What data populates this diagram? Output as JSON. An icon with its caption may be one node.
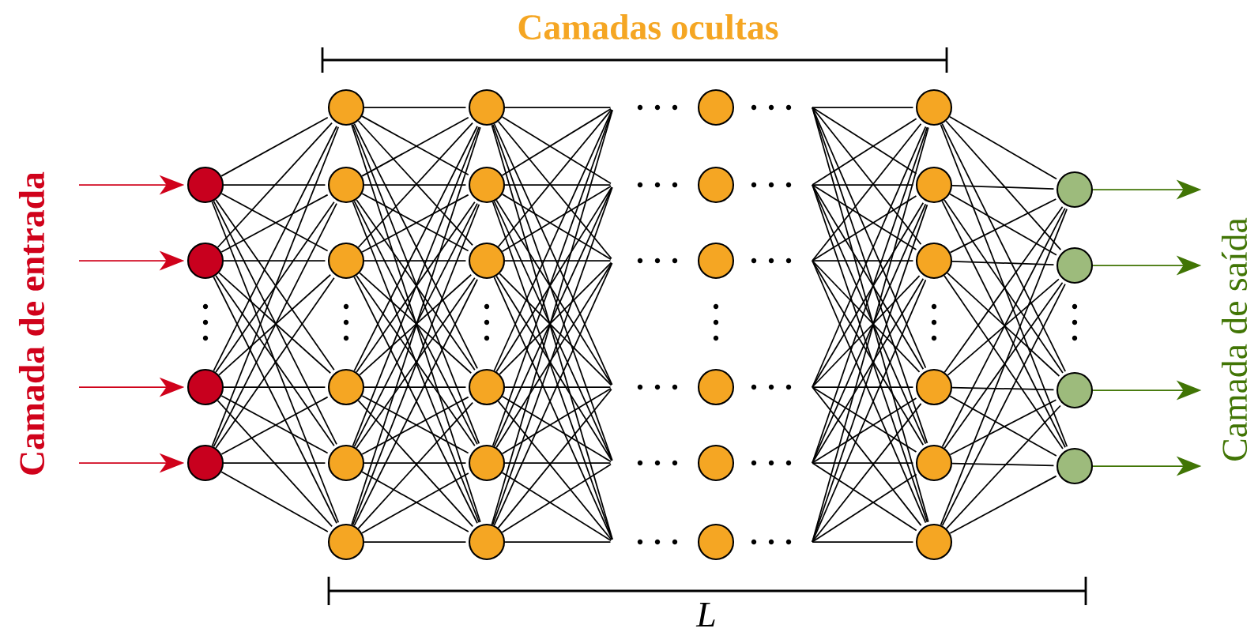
{
  "diagram": {
    "nodes": [
      {
        "text": [],
        "shape": "circle"
      },
      {
        "text": [],
        "shape": "circle"
      },
      {
        "text": [],
        "shape": "circle"
      },
      {
        "text": [],
        "shape": "circle"
      },
      {
        "text": [],
        "shape": "circle"
      },
      {
        "text": [],
        "shape": "circle"
      },
      {
        "text": [],
        "shape": "circle"
      },
      {
        "text": [],
        "shape": "circle"
      },
      {
        "text": [],
        "shape": "circle"
      },
      {
        "text": [],
        "shape": "circle"
      },
      {
        "text": [],
        "shape": "circle"
      },
      {
        "text": [],
        "shape": "circle"
      },
      {
        "text": [],
        "shape": "circle"
      },
      {
        "text": [],
        "shape": "circle"
      },
      {
        "text": [],
        "shape": "circle"
      },
      {
        "text": [],
        "shape": "circle"
      },
      {
        "text": [],
        "shape": "circle"
      },
      {
        "text": [],
        "shape": "circle"
      },
      {
        "text": [],
        "shape": "circle"
      },
      {
        "text": [],
        "shape": "circle"
      },
      {
        "text": [],
        "shape": "circle"
      },
      {
        "text": [],
        "shape": "circle"
      },
      {
        "text": [],
        "shape": "circle"
      },
      {
        "text": [],
        "shape": "circle"
      },
      {
        "text": [],
        "shape": "circle"
      },
      {
        "text": [],
        "shape": "circle"
      },
      {
        "text": [],
        "shape": "circle"
      },
      {
        "text": [],
        "shape": "circle"
      },
      {
        "text": [],
        "shape": "circle"
      },
      {
        "text": [],
        "shape": "circle"
      },
      {
        "text": [],
        "shape": "circle"
      },
      {
        "text": [],
        "shape": "circle"
      }
    ],
    "edges": [
      {
        "from": null,
        "to": 0,
        "arrow": "to",
        "color": "#d0021b"
      },
      {
        "from": null,
        "to": 1,
        "arrow": "to",
        "color": "#d0021b"
      },
      {
        "from": null,
        "to": 2,
        "arrow": "to",
        "color": "#d0021b"
      },
      {
        "from": null,
        "to": 3,
        "arrow": "to",
        "color": "#d0021b"
      },
      {
        "from": 0,
        "to": 4,
        "arrow": "none"
      },
      {
        "from": 0,
        "to": 5,
        "arrow": "none"
      },
      {
        "from": 0,
        "to": 6,
        "arrow": "none"
      },
      {
        "from": 0,
        "to": 7,
        "arrow": "none"
      },
      {
        "from": 0,
        "to": 8,
        "arrow": "none"
      },
      {
        "from": 0,
        "to": 9,
        "arrow": "none"
      },
      {
        "from": 1,
        "to": 4,
        "arrow": "none"
      },
      {
        "from": 1,
        "to": 5,
        "arrow": "none"
      },
      {
        "from": 1,
        "to": 6,
        "arrow": "none"
      },
      {
        "from": 1,
        "to": 7,
        "arrow": "none"
      },
      {
        "from": 1,
        "to": 8,
        "arrow": "none"
      },
      {
        "from": 1,
        "to": 9,
        "arrow": "none"
      },
      {
        "from": 2,
        "to": 4,
        "arrow": "none"
      },
      {
        "from": 2,
        "to": 5,
        "arrow": "none"
      },
      {
        "from": 2,
        "to": 6,
        "arrow": "none"
      },
      {
        "from": 2,
        "to": 7,
        "arrow": "none"
      },
      {
        "from": 2,
        "to": 8,
        "arrow": "none"
      },
      {
        "from": 2,
        "to": 9,
        "arrow": "none"
      },
      {
        "from": 3,
        "to": 4,
        "arrow": "none"
      },
      {
        "from": 3,
        "to": 5,
        "arrow": "none"
      },
      {
        "from": 3,
        "to": 6,
        "arrow": "none"
      },
      {
        "from": 3,
        "to": 7,
        "arrow": "none"
      },
      {
        "from": 3,
        "to": 8,
        "arrow": "none"
      },
      {
        "from": 3,
        "to": 9,
        "arrow": "none"
      },
      {
        "from": 4,
        "to": 10,
        "arrow": "none"
      },
      {
        "from": 4,
        "to": 11,
        "arrow": "none"
      },
      {
        "from": 4,
        "to": 12,
        "arrow": "none"
      },
      {
        "from": 4,
        "to": 13,
        "arrow": "none"
      },
      {
        "from": 4,
        "to": 14,
        "arrow": "none"
      },
      {
        "from": 4,
        "to": 15,
        "arrow": "none"
      },
      {
        "from": 5,
        "to": 10,
        "arrow": "none"
      },
      {
        "from": 5,
        "to": 11,
        "arrow": "none"
      },
      {
        "from": 5,
        "to": 12,
        "arrow": "none"
      },
      {
        "from": 5,
        "to": 13,
        "arrow": "none"
      },
      {
        "from": 5,
        "to": 14,
        "arrow": "none"
      },
      {
        "from": 5,
        "to": 15,
        "arrow": "none"
      },
      {
        "from": 6,
        "to": 10,
        "arrow": "none"
      },
      {
        "from": 6,
        "to": 11,
        "arrow": "none"
      },
      {
        "from": 6,
        "to": 12,
        "arrow": "none"
      },
      {
        "from": 6,
        "to": 13,
        "arrow": "none"
      },
      {
        "from": 6,
        "to": 14,
        "arrow": "none"
      },
      {
        "from": 6,
        "to": 15,
        "arrow": "none"
      },
      {
        "from": 7,
        "to": 10,
        "arrow": "none"
      },
      {
        "from": 7,
        "to": 11,
        "arrow": "none"
      },
      {
        "from": 7,
        "to": 12,
        "arrow": "none"
      },
      {
        "from": 7,
        "to": 13,
        "arrow": "none"
      },
      {
        "from": 7,
        "to": 14,
        "arrow": "none"
      },
      {
        "from": 7,
        "to": 15,
        "arrow": "none"
      },
      {
        "from": 8,
        "to": 10,
        "arrow": "none"
      },
      {
        "from": 8,
        "to": 11,
        "arrow": "none"
      },
      {
        "from": 8,
        "to": 12,
        "arrow": "none"
      },
      {
        "from": 8,
        "to": 13,
        "arrow": "none"
      },
      {
        "from": 8,
        "to": 14,
        "arrow": "none"
      },
      {
        "from": 8,
        "to": 15,
        "arrow": "none"
      },
      {
        "from": 9,
        "to": 10,
        "arrow": "none"
      },
      {
        "from": 9,
        "to": 11,
        "arrow": "none"
      },
      {
        "from": 9,
        "to": 12,
        "arrow": "none"
      },
      {
        "from": 9,
        "to": 13,
        "arrow": "none"
      },
      {
        "from": 9,
        "to": 14,
        "arrow": "none"
      },
      {
        "from": 9,
        "to": 15,
        "arrow": "none"
      },
      {
        "from": 10,
        "to": null,
        "arrow": "none"
      },
      {
        "from": 10,
        "to": null,
        "arrow": "none"
      },
      {
        "from": 10,
        "to": null,
        "arrow": "none"
      },
      {
        "from": 10,
        "to": null,
        "arrow": "none"
      },
      {
        "from": 10,
        "to": null,
        "arrow": "none"
      },
      {
        "from": 10,
        "to": null,
        "arrow": "none"
      },
      {
        "from": 11,
        "to": null,
        "arrow": "none"
      },
      {
        "from": 11,
        "to": null,
        "arrow": "none"
      },
      {
        "from": 11,
        "to": null,
        "arrow": "none"
      },
      {
        "from": 11,
        "to": null,
        "arrow": "none"
      },
      {
        "from": 11,
        "to": null,
        "arrow": "none"
      },
      {
        "from": 11,
        "to": null,
        "arrow": "none"
      },
      {
        "from": 12,
        "to": null,
        "arrow": "none"
      },
      {
        "from": 12,
        "to": null,
        "arrow": "none"
      },
      {
        "from": 12,
        "to": null,
        "arrow": "none"
      },
      {
        "from": 12,
        "to": null,
        "arrow": "none"
      },
      {
        "from": 12,
        "to": null,
        "arrow": "none"
      },
      {
        "from": 12,
        "to": null,
        "arrow": "none"
      },
      {
        "from": 13,
        "to": null,
        "arrow": "none"
      },
      {
        "from": 13,
        "to": null,
        "arrow": "none"
      },
      {
        "from": 13,
        "to": null,
        "arrow": "none"
      },
      {
        "from": 13,
        "to": null,
        "arrow": "none"
      },
      {
        "from": 13,
        "to": null,
        "arrow": "none"
      },
      {
        "from": 13,
        "to": null,
        "arrow": "none"
      },
      {
        "from": 14,
        "to": null,
        "arrow": "none"
      },
      {
        "from": 14,
        "to": null,
        "arrow": "none"
      },
      {
        "from": 14,
        "to": null,
        "arrow": "none"
      },
      {
        "from": 14,
        "to": null,
        "arrow": "none"
      },
      {
        "from": 14,
        "to": null,
        "arrow": "none"
      },
      {
        "from": 14,
        "to": null,
        "arrow": "none"
      },
      {
        "from": 15,
        "to": null,
        "arrow": "none"
      },
      {
        "from": 15,
        "to": null,
        "arrow": "none"
      },
      {
        "from": 15,
        "to": null,
        "arrow": "none"
      },
      {
        "from": 15,
        "to": null,
        "arrow": "none"
      },
      {
        "from": 15,
        "to": null,
        "arrow": "none"
      },
      {
        "from": 15,
        "to": null,
        "arrow": "none"
      },
      {
        "from": null,
        "to": 22,
        "arrow": "none"
      },
      {
        "from": null,
        "to": 22,
        "arrow": "none"
      },
      {
        "from": null,
        "to": 22,
        "arrow": "none"
      },
      {
        "from": null,
        "to": 22,
        "arrow": "none"
      },
      {
        "from": null,
        "to": 22,
        "arrow": "none"
      },
      {
        "from": null,
        "to": 22,
        "arrow": "none"
      },
      {
        "from": null,
        "to": 23,
        "arrow": "none"
      },
      {
        "from": null,
        "to": 23,
        "arrow": "none"
      },
      {
        "from": null,
        "to": 23,
        "arrow": "none"
      },
      {
        "from": null,
        "to": 23,
        "arrow": "none"
      },
      {
        "from": null,
        "to": 23,
        "arrow": "none"
      },
      {
        "from": null,
        "to": 23,
        "arrow": "none"
      },
      {
        "from": null,
        "to": 24,
        "arrow": "none"
      },
      {
        "from": null,
        "to": 24,
        "arrow": "none"
      },
      {
        "from": null,
        "to": 24,
        "arrow": "none"
      },
      {
        "from": null,
        "to": 24,
        "arrow": "none"
      },
      {
        "from": null,
        "to": 24,
        "arrow": "none"
      },
      {
        "from": null,
        "to": 24,
        "arrow": "none"
      },
      {
        "from": null,
        "to": 25,
        "arrow": "none"
      },
      {
        "from": null,
        "to": 25,
        "arrow": "none"
      },
      {
        "from": null,
        "to": 25,
        "arrow": "none"
      },
      {
        "from": null,
        "to": 25,
        "arrow": "none"
      },
      {
        "from": null,
        "to": 25,
        "arrow": "none"
      },
      {
        "from": null,
        "to": 25,
        "arrow": "none"
      },
      {
        "from": null,
        "to": 26,
        "arrow": "none"
      },
      {
        "from": null,
        "to": 26,
        "arrow": "none"
      },
      {
        "from": null,
        "to": 26,
        "arrow": "none"
      },
      {
        "from": null,
        "to": 26,
        "arrow": "none"
      },
      {
        "from": null,
        "to": 26,
        "arrow": "none"
      },
      {
        "from": null,
        "to": 26,
        "arrow": "none"
      },
      {
        "from": null,
        "to": 27,
        "arrow": "none"
      },
      {
        "from": null,
        "to": 27,
        "arrow": "none"
      },
      {
        "from": null,
        "to": 27,
        "arrow": "none"
      },
      {
        "from": null,
        "to": 27,
        "arrow": "none"
      },
      {
        "from": null,
        "to": 27,
        "arrow": "none"
      },
      {
        "from": null,
        "to": 27,
        "arrow": "none"
      },
      {
        "from": 22,
        "to": 28,
        "arrow": "none"
      },
      {
        "from": 22,
        "to": 29,
        "arrow": "none"
      },
      {
        "from": 22,
        "to": 30,
        "arrow": "none"
      },
      {
        "from": 22,
        "to": 31,
        "arrow": "none"
      },
      {
        "from": 23,
        "to": 28,
        "arrow": "none"
      },
      {
        "from": 23,
        "to": 29,
        "arrow": "none"
      },
      {
        "from": 23,
        "to": 30,
        "arrow": "none"
      },
      {
        "from": 23,
        "to": 31,
        "arrow": "none"
      },
      {
        "from": 24,
        "to": 28,
        "arrow": "none"
      },
      {
        "from": 24,
        "to": 29,
        "arrow": "none"
      },
      {
        "from": 24,
        "to": 30,
        "arrow": "none"
      },
      {
        "from": 24,
        "to": 31,
        "arrow": "none"
      },
      {
        "from": 25,
        "to": 28,
        "arrow": "none"
      },
      {
        "from": 25,
        "to": 29,
        "arrow": "none"
      },
      {
        "from": 25,
        "to": 30,
        "arrow": "none"
      },
      {
        "from": 25,
        "to": 31,
        "arrow": "none"
      },
      {
        "from": 26,
        "to": 28,
        "arrow": "none"
      },
      {
        "from": 26,
        "to": 29,
        "arrow": "none"
      },
      {
        "from": 26,
        "to": 30,
        "arrow": "none"
      },
      {
        "from": 26,
        "to": 31,
        "arrow": "none"
      },
      {
        "from": 27,
        "to": 28,
        "arrow": "none"
      },
      {
        "from": 27,
        "to": 29,
        "arrow": "none"
      },
      {
        "from": 27,
        "to": 30,
        "arrow": "none"
      },
      {
        "from": 27,
        "to": 31,
        "arrow": "none"
      },
      {
        "from": 28,
        "to": null,
        "arrow": "to",
        "color": "#417505"
      },
      {
        "from": 29,
        "to": null,
        "arrow": "to",
        "color": "#417505"
      },
      {
        "from": 30,
        "to": null,
        "arrow": "to",
        "color": "#417505"
      },
      {
        "from": 31,
        "to": null,
        "arrow": "to",
        "color": "#417505"
      }
    ],
    "labels": [
      "Camadas ocultas",
      "Camada de entrada",
      "Camada de saída",
      "L"
    ]
  }
}
